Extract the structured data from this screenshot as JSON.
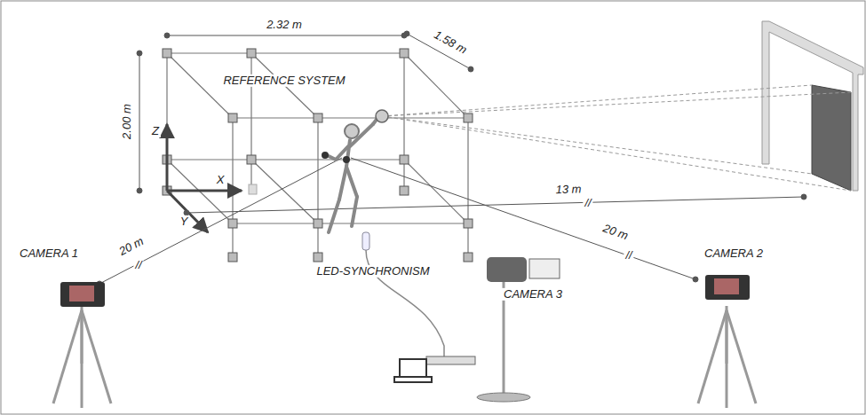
{
  "diagram": {
    "labels": [
      "2.32 m",
      "1.58 m",
      "2.00 m",
      "REFERENCE SYSTEM",
      "Z",
      "X",
      "Y",
      "20 m",
      "//",
      "13 m",
      "//",
      "20 m",
      "//",
      "CAMERA 1",
      "LED-SYNCHRONISM",
      "CAMERA 3",
      "CAMERA 2"
    ]
  }
}
